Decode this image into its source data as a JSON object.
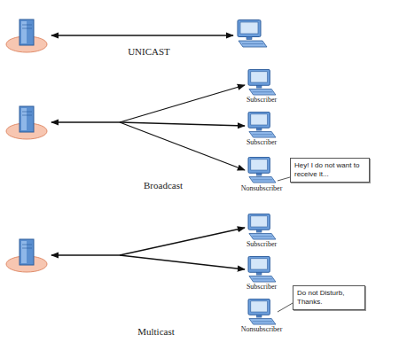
{
  "diagram": {
    "nodes": [
      {
        "text": [
          "Hey! I do not want to receive it..."
        ]
      },
      {
        "text": [
          "Do not Disturb, Thanks."
        ]
      }
    ],
    "labels": [
      "UNICAST",
      "Subscriber",
      "Subscriber",
      "Broadcast",
      "Nonsubscriber",
      "Subscriber",
      "Subscriber",
      "Multicast",
      "Nonsubscriber"
    ]
  }
}
